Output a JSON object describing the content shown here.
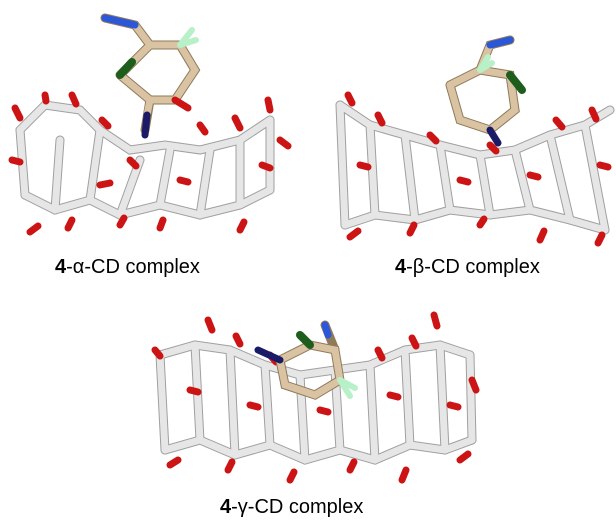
{
  "colors": {
    "carbon": "#dcdcdc",
    "oxygen": "#cc1414",
    "guest_carbon": "#d9c3a2",
    "nitrogen": "#2b57d9",
    "dark_nitrogen": "#1a1a66",
    "sulfur": "#1d5e1d",
    "fluorine": "#b8f0c8"
  },
  "panels": [
    {
      "id": "alpha",
      "compound": "4",
      "label": "-α-CD complex"
    },
    {
      "id": "beta",
      "compound": "4",
      "label": "-β-CD complex"
    },
    {
      "id": "gamma",
      "compound": "4",
      "label": "-γ-CD complex"
    }
  ]
}
